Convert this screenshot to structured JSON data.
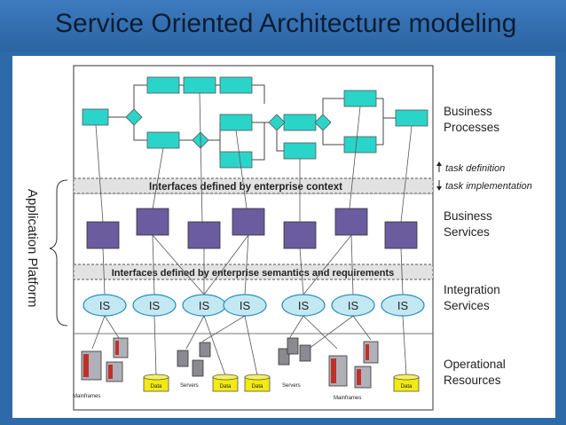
{
  "title": "Service Oriented Architecture modeling",
  "side_label": "Application Platform",
  "bands": {
    "enterprise_context": "Interfaces defined by enterprise context",
    "enterprise_semantics": "Interfaces defined by enterprise semantics and requirements"
  },
  "layers": {
    "business_processes": [
      "Business",
      "Processes"
    ],
    "business_services": [
      "Business",
      "Services"
    ],
    "integration_services": [
      "Integration",
      "Services"
    ],
    "operational_resources": [
      "Operational",
      "Resources"
    ]
  },
  "arrows": {
    "task_definition": "task definition",
    "task_implementation": "task implementation"
  },
  "is_label": "IS",
  "resources": {
    "mainframes": "Mainframes",
    "data": "Data",
    "servers": "Servers"
  },
  "colors": {
    "process_box": "#2bd4c9",
    "service_box": "#6a5c9e",
    "integration_oval": "#c3e8f2",
    "data_cylinder": "#f2ea10",
    "title_bar": "#2f6aa8"
  }
}
